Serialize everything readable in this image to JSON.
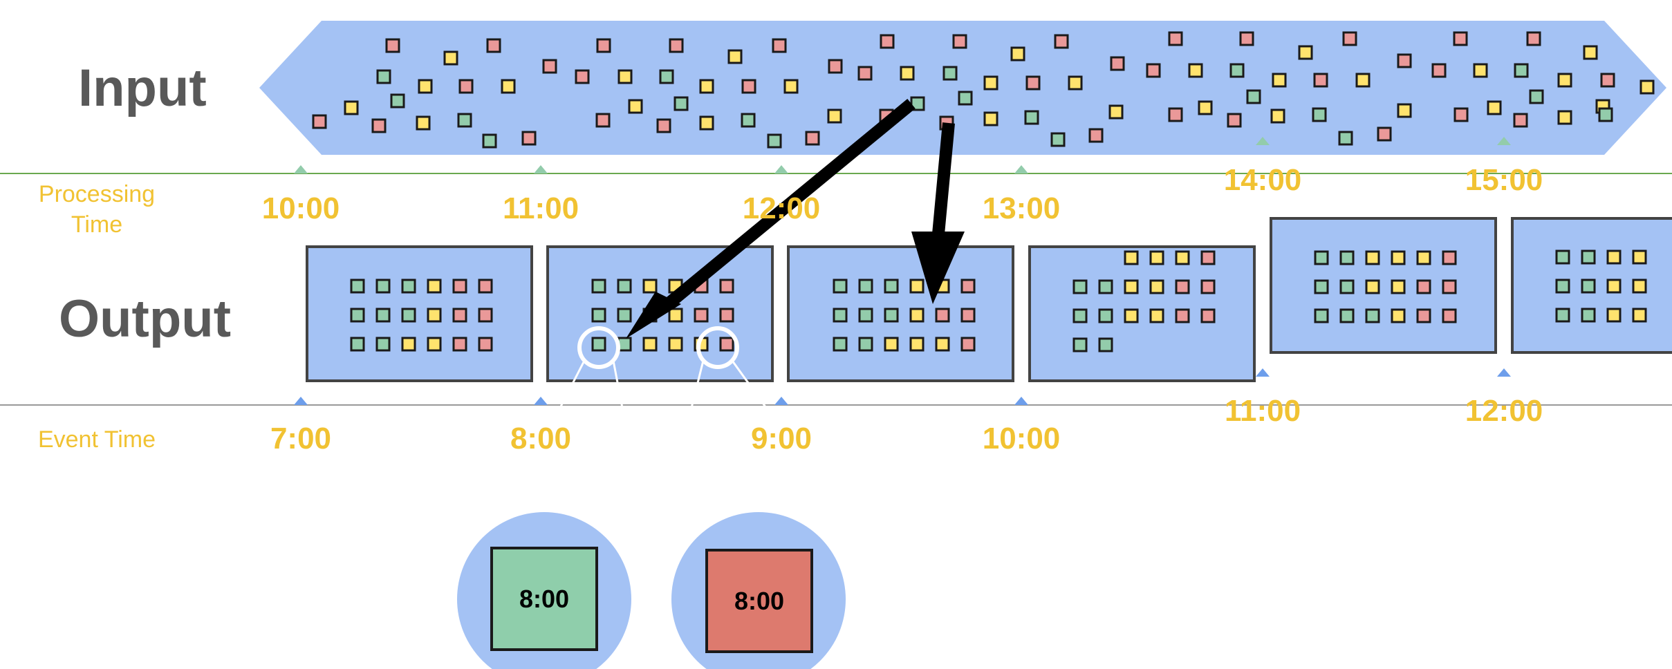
{
  "labels": {
    "input": "Input",
    "output": "Output",
    "processing_time": "Processing\nTime",
    "event_time": "Event Time"
  },
  "processing_ticks": [
    "10:00",
    "11:00",
    "12:00",
    "13:00",
    "14:00",
    "15:00"
  ],
  "event_ticks": [
    "7:00",
    "8:00",
    "9:00",
    "10:00",
    "11:00",
    "12:00"
  ],
  "zoom": [
    {
      "label": "8:00",
      "element_color": "green"
    },
    {
      "label": "8:00",
      "element_color": "red"
    }
  ],
  "colors": {
    "stream_fill": "#a4c2f4",
    "element_green": "#93ccab",
    "element_yellow": "#ffe36e",
    "element_red": "#ea9999",
    "zoom_green": "#8fceab",
    "zoom_red": "#dd7a6e",
    "axis_text": "#f1c232",
    "heading_text": "#595959",
    "processing_axis": "#6aa84f",
    "event_axis": "#999999"
  },
  "windows": [
    {
      "rows": [
        [
          "g",
          "g",
          "g",
          "y",
          "r",
          "r"
        ],
        [
          "g",
          "g",
          "g",
          "y",
          "r",
          "r"
        ],
        [
          "g",
          "g",
          "y",
          "y",
          "r",
          "r"
        ]
      ]
    },
    {
      "rows": [
        [
          "g",
          "g",
          "y",
          "y",
          "r",
          "r"
        ],
        [
          "g",
          "g",
          "y",
          "y",
          "r",
          "r"
        ],
        [
          "g",
          "g",
          "y",
          "y",
          "y",
          "r"
        ]
      ]
    },
    {
      "rows": [
        [
          "g",
          "g",
          "g",
          "y",
          "y",
          "r"
        ],
        [
          "g",
          "g",
          "g",
          "y",
          "r",
          "r"
        ],
        [
          "g",
          "g",
          "y",
          "y",
          "y",
          "r"
        ]
      ]
    },
    {
      "rows": [
        [
          "y",
          "y",
          "y",
          "r"
        ],
        [
          "g",
          "g",
          "y",
          "y",
          "r",
          "r"
        ],
        [
          "g",
          "g",
          "y",
          "y",
          "r",
          "r"
        ],
        [
          "g",
          "g"
        ]
      ]
    },
    {
      "rows": [
        [
          "g",
          "g",
          "y",
          "y",
          "y",
          "r"
        ],
        [
          "g",
          "g",
          "y",
          "y",
          "r",
          "r"
        ],
        [
          "g",
          "g",
          "g",
          "y",
          "r",
          "r"
        ]
      ]
    },
    {
      "rows": [
        [
          "g",
          "g",
          "y",
          "y"
        ],
        [
          "g",
          "g",
          "y",
          "y"
        ],
        [
          "g",
          "g",
          "y",
          "y"
        ]
      ]
    }
  ]
}
